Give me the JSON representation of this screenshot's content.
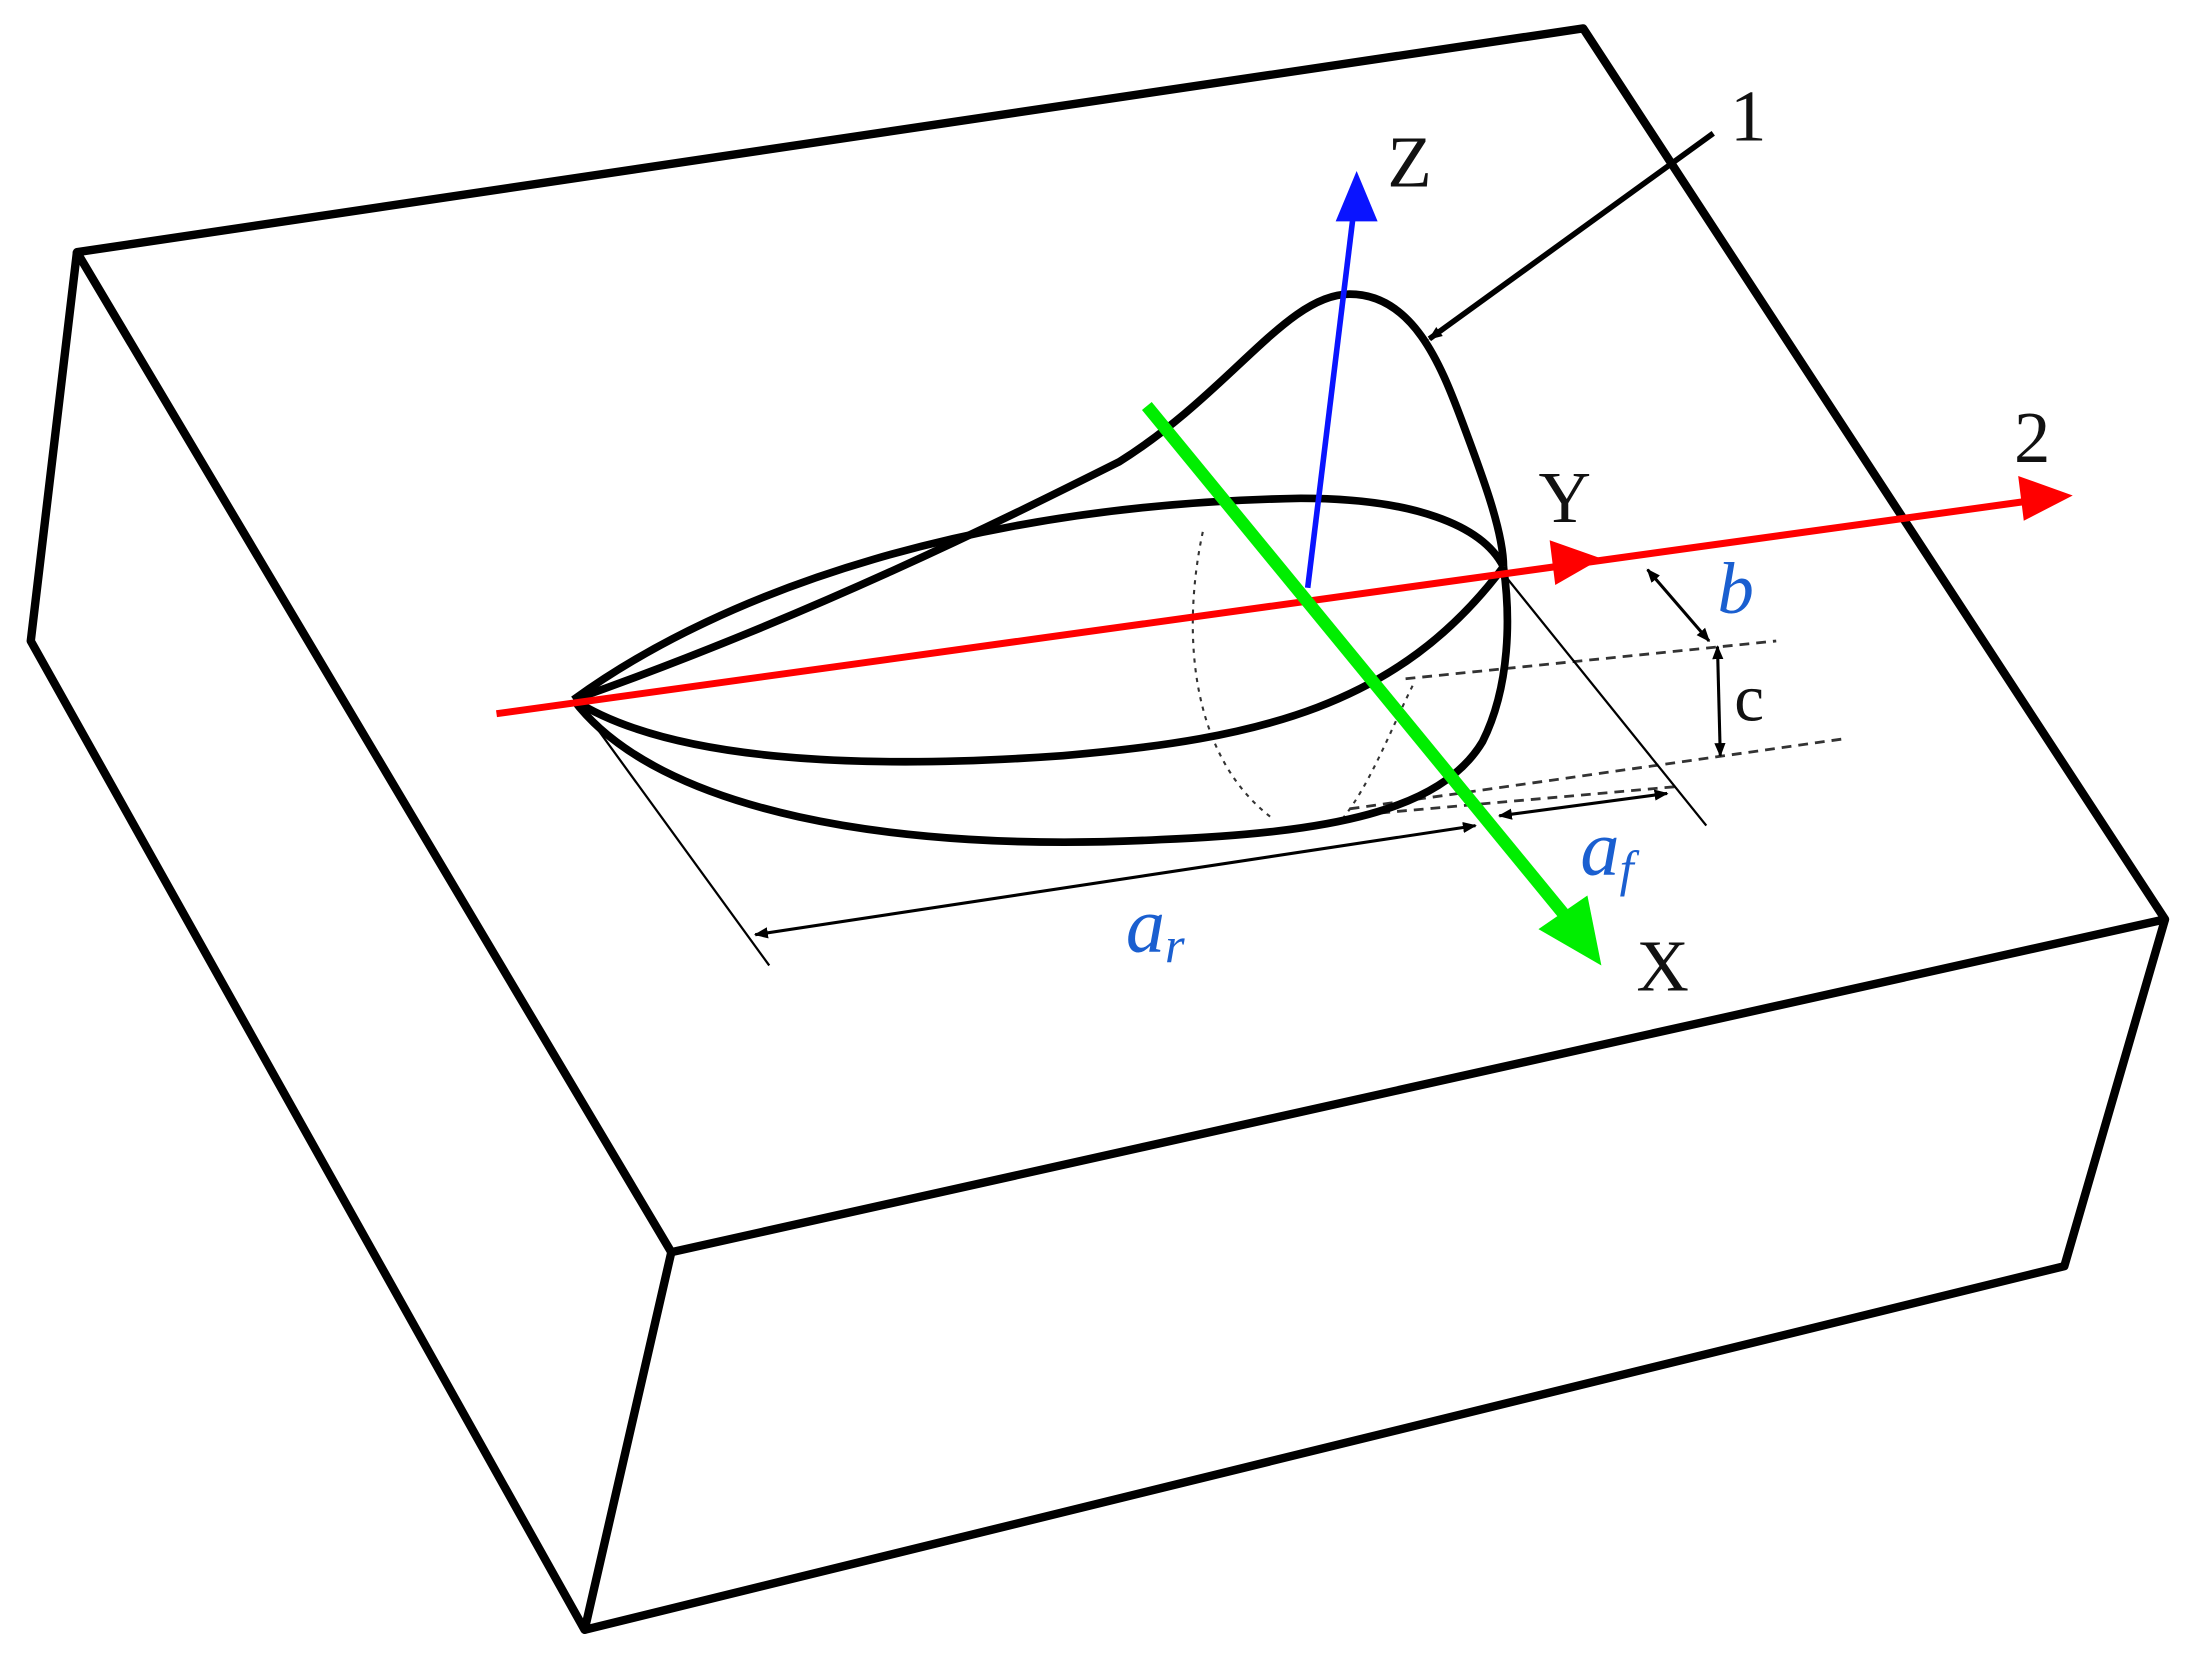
{
  "diagram": {
    "title": "Double-ellipsoid heat source model on workpiece",
    "colors": {
      "outline": "#000000",
      "z_axis": "#0000ff",
      "y_axis": "#ff0000",
      "x_axis": "#00ff00",
      "param_label": "#1a5fd0"
    },
    "labels": {
      "z_axis": "Z",
      "y_axis": "Y",
      "x_axis": "X",
      "callout_1": "1",
      "callout_2": "2",
      "b": "b",
      "c": "c",
      "a_f_main": "a",
      "a_f_sub": "f",
      "a_r_main": "a",
      "a_r_sub": "r"
    }
  }
}
